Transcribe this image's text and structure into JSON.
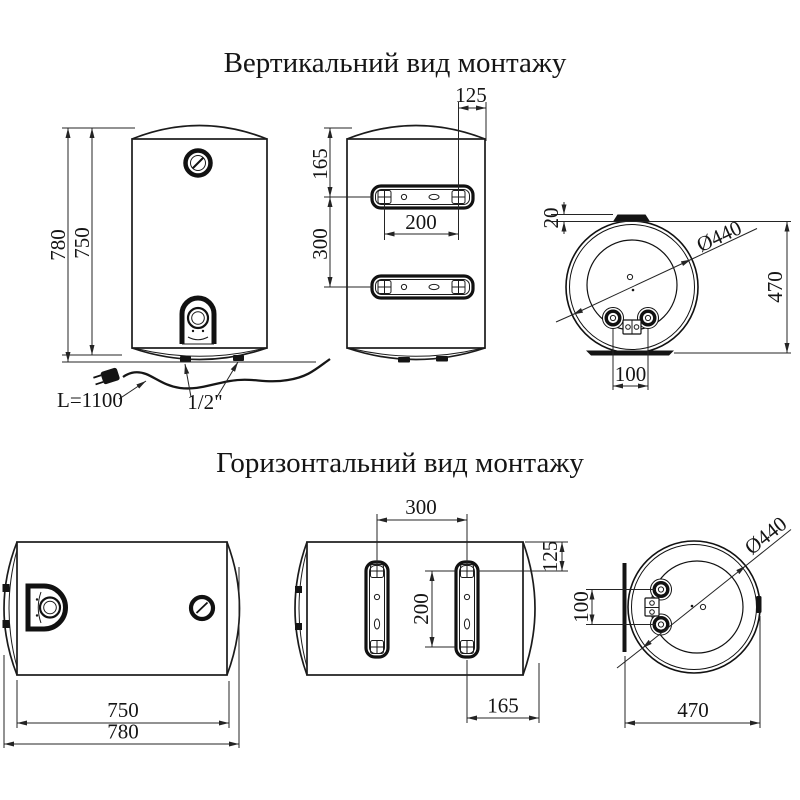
{
  "drawing": {
    "vertical_section": {
      "title": "Вертикальний вид монтажу",
      "front_view": {
        "overall_height": "780",
        "body_height": "750",
        "cable_length": "L=1100",
        "pipe_thread": "1/2\""
      },
      "back_view": {
        "top_offset": "165",
        "bracket_spacing": "300",
        "hole_spacing": "200",
        "side_offset": "125"
      },
      "top_view": {
        "bracket_depth": "20",
        "diameter": "Ø440",
        "overall_depth": "470",
        "pipe_spacing": "100"
      }
    },
    "horizontal_section": {
      "title": "Горизонтальний вид монтажу",
      "front_view": {
        "body_length": "750",
        "overall_length": "780"
      },
      "back_view": {
        "bracket_spacing": "300",
        "hole_spacing": "200",
        "side_offset": "125",
        "end_offset": "165"
      },
      "side_view": {
        "diameter": "Ø440",
        "pipe_spacing": "100",
        "overall_depth": "470"
      }
    }
  }
}
